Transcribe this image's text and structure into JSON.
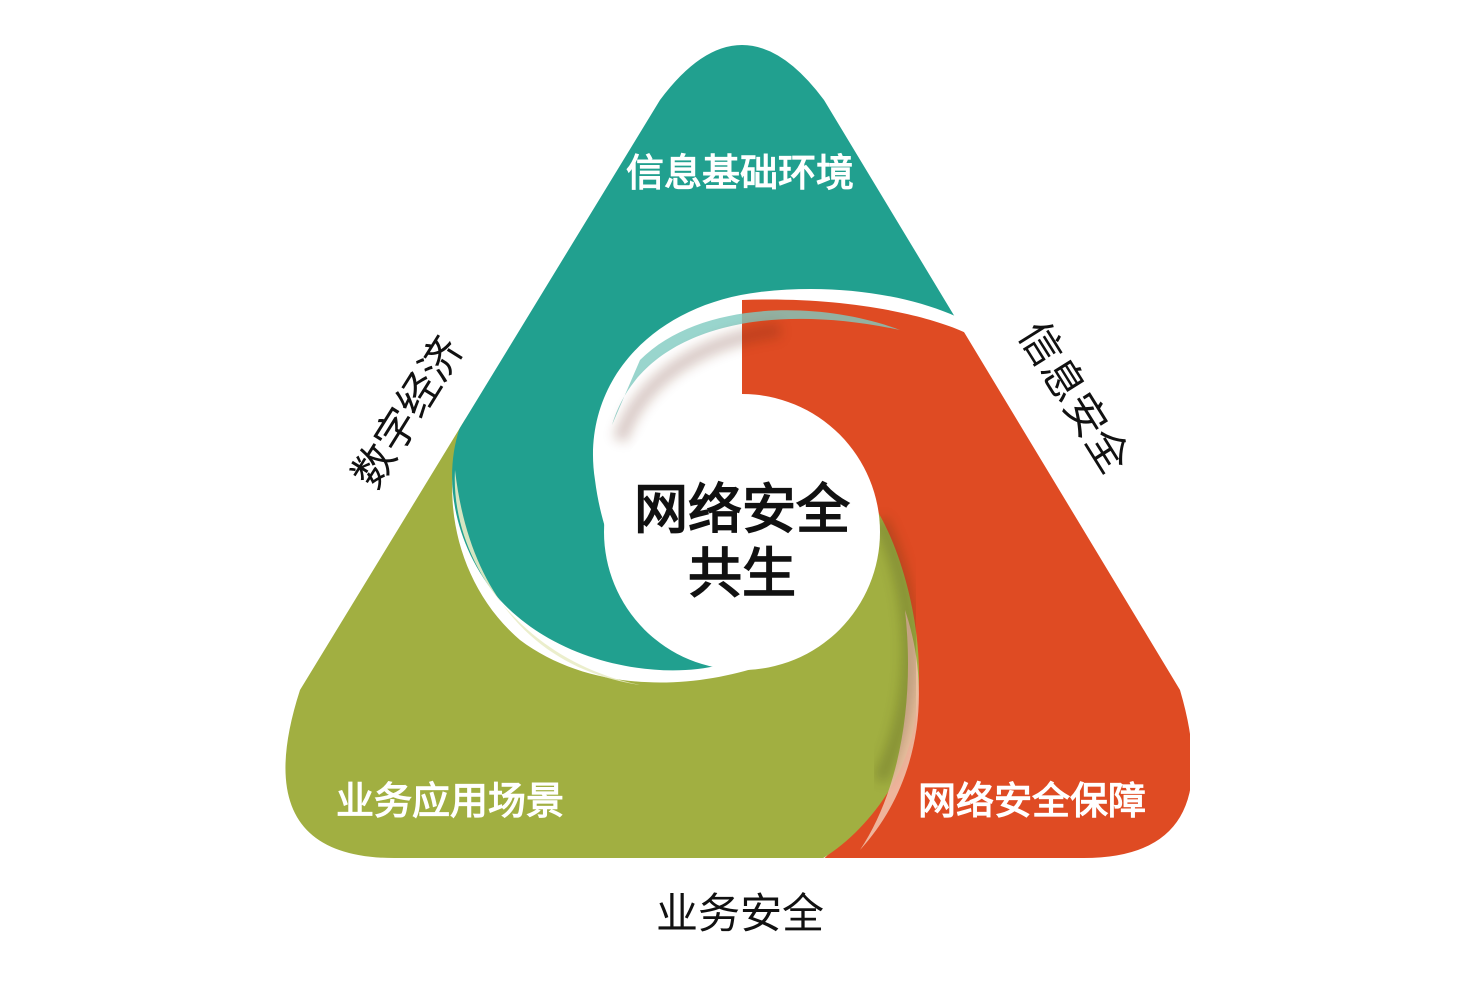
{
  "center": {
    "line1": "网络安全",
    "line2": "共生"
  },
  "segments": [
    {
      "key": "teal",
      "label": "信息基础环境",
      "color": "#21A08F"
    },
    {
      "key": "orange",
      "label": "网络安全保障",
      "color": "#DF4B23"
    },
    {
      "key": "olive",
      "label": "业务应用场景",
      "color": "#A1AF41"
    }
  ],
  "sides": {
    "left": "数字经济",
    "right": "信息安全",
    "bottom": "业务安全"
  }
}
